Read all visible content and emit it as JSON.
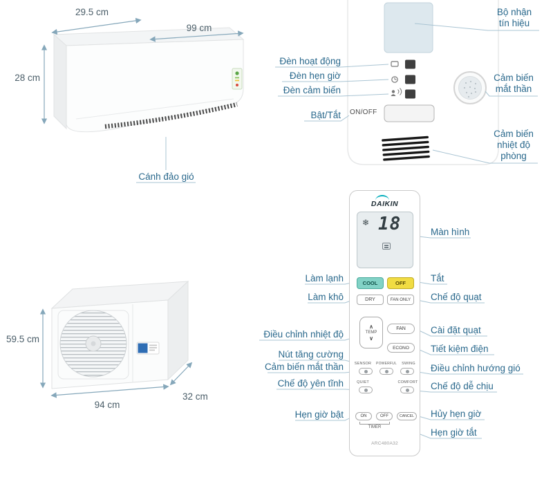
{
  "colors": {
    "label_text": "#29688c",
    "leader_line": "#a9c4d3",
    "cool_button": "#82d2c6",
    "off_button": "#f1dc43",
    "daikin_teal": "#00adbb"
  },
  "indoor_unit": {
    "dims": {
      "depth": "29.5 cm",
      "width": "99 cm",
      "height": "28 cm"
    },
    "flap_label": "Cánh đảo gió"
  },
  "panel": {
    "labels_left": [
      "Đèn hoạt động",
      "Đèn hẹn giờ",
      "Đèn cảm biến",
      "Bật/Tắt"
    ],
    "labels_right": [
      "Bộ nhận tín hiệu",
      "Cảm biến mắt thần",
      "Cảm biến nhiệt độ phòng"
    ],
    "onoff": "ON/OFF"
  },
  "outdoor_unit": {
    "dims": {
      "height": "59.5 cm",
      "width": "94 cm",
      "depth": "32 cm"
    }
  },
  "remote": {
    "brand": "DAIKIN",
    "display_temp": "18",
    "model": "ARC480A32",
    "icons": {
      "cool_mode": "❄",
      "temp_up": "∧",
      "temp_down": "∨"
    },
    "buttons": {
      "cool": "COOL",
      "off": "OFF",
      "dry": "DRY",
      "fan_only": "FAN ONLY",
      "temp": "TEMP",
      "fan": "FAN",
      "econo": "ECONO",
      "sensor": "SENSOR",
      "powerful": "POWERFUL",
      "swing": "SWING",
      "quiet": "QUIET",
      "comfort": "COMFORT",
      "timer_on": "ON",
      "timer_off": "OFF",
      "cancel": "CANCEL",
      "timer": "TIMER"
    },
    "labels_left": [
      "Làm lạnh",
      "Làm khô",
      "Điều chỉnh nhiệt độ",
      "Nút tăng cường",
      "Cảm biến mắt thần",
      "Chế độ yên tĩnh",
      "Hẹn giờ bật"
    ],
    "labels_right": [
      "Màn hình",
      "Tắt",
      "Chế độ quạt",
      "Cài đặt quạt",
      "Tiết kiệm điện",
      "Điều chỉnh hướng gió",
      "Chế độ dễ chịu",
      "Hủy hẹn giờ",
      "Hẹn giờ tắt"
    ]
  }
}
